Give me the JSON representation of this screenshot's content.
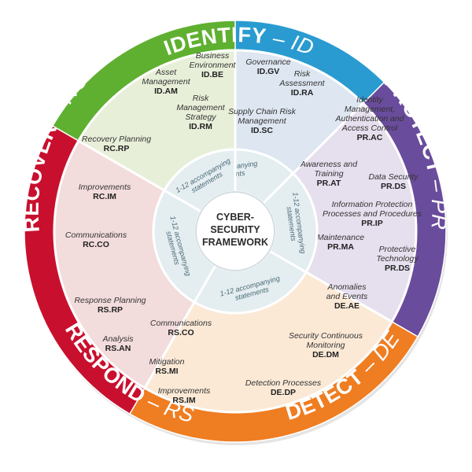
{
  "core": {
    "lines": [
      "CYBER-",
      "SECURITY",
      "FRAMEWORK"
    ]
  },
  "statement_text": [
    "1-12 accompanying",
    "statements"
  ],
  "functions": [
    {
      "id": "identify",
      "name": "IDENTIFY",
      "code": "ID",
      "color": "#2a9bd0",
      "fill": "#dde6f1",
      "categories": [
        {
          "name": [
            "Asset",
            "Management"
          ],
          "code": "ID.AM"
        },
        {
          "name": [
            "Business",
            "Environment"
          ],
          "code": "ID.BE"
        },
        {
          "name": [
            "Governance"
          ],
          "code": "ID.GV"
        },
        {
          "name": [
            "Risk",
            "Assessment"
          ],
          "code": "ID.RA"
        },
        {
          "name": [
            "Risk",
            "Management",
            "Strategy"
          ],
          "code": "ID.RM"
        },
        {
          "name": [
            "Supply Chain Risk",
            "Management"
          ],
          "code": "ID.SC"
        }
      ]
    },
    {
      "id": "protect",
      "name": "PROTECT",
      "code": "PR",
      "color": "#6a4c9c",
      "fill": "#e6dfee",
      "categories": [
        {
          "name": [
            "Identity",
            "Management,",
            "Authentication and",
            "Access Control"
          ],
          "code": "PR.AC"
        },
        {
          "name": [
            "Awareness and",
            "Training"
          ],
          "code": "PR.AT"
        },
        {
          "name": [
            "Data Security"
          ],
          "code": "PR.DS"
        },
        {
          "name": [
            "Information Protection",
            "Processes and Procedures"
          ],
          "code": "PR.IP"
        },
        {
          "name": [
            "Maintenance"
          ],
          "code": "PR.MA"
        },
        {
          "name": [
            "Protective",
            "Technology"
          ],
          "code": "PR.DS"
        }
      ]
    },
    {
      "id": "detect",
      "name": "DETECT",
      "code": "DE",
      "color": "#ef7d22",
      "fill": "#fbe9d6",
      "categories": [
        {
          "name": [
            "Anomalies",
            "and Events"
          ],
          "code": "DE.AE"
        },
        {
          "name": [
            "Security Continuous",
            "Monitoring"
          ],
          "code": "DE.DM"
        },
        {
          "name": [
            "Detection Processes"
          ],
          "code": "DE.DP"
        }
      ]
    },
    {
      "id": "respond",
      "name": "RESPOND",
      "code": "RS",
      "color": "#c8102e",
      "fill": "#f3dcdc",
      "categories": [
        {
          "name": [
            "Response Planning"
          ],
          "code": "RS.RP"
        },
        {
          "name": [
            "Communications"
          ],
          "code": "RS.CO"
        },
        {
          "name": [
            "Analysis"
          ],
          "code": "RS.AN"
        },
        {
          "name": [
            "Mitigation"
          ],
          "code": "RS.MI"
        },
        {
          "name": [
            "Improvements"
          ],
          "code": "RS.IM"
        }
      ]
    },
    {
      "id": "recover",
      "name": "RECOVER",
      "code": "RC",
      "color": "#5fb030",
      "fill": "#e8efd9",
      "categories": [
        {
          "name": [
            "Recovery Planning"
          ],
          "code": "RC.RP"
        },
        {
          "name": [
            "Improvements"
          ],
          "code": "RC.IM"
        },
        {
          "name": [
            "Communications"
          ],
          "code": "RC.CO"
        }
      ]
    }
  ]
}
